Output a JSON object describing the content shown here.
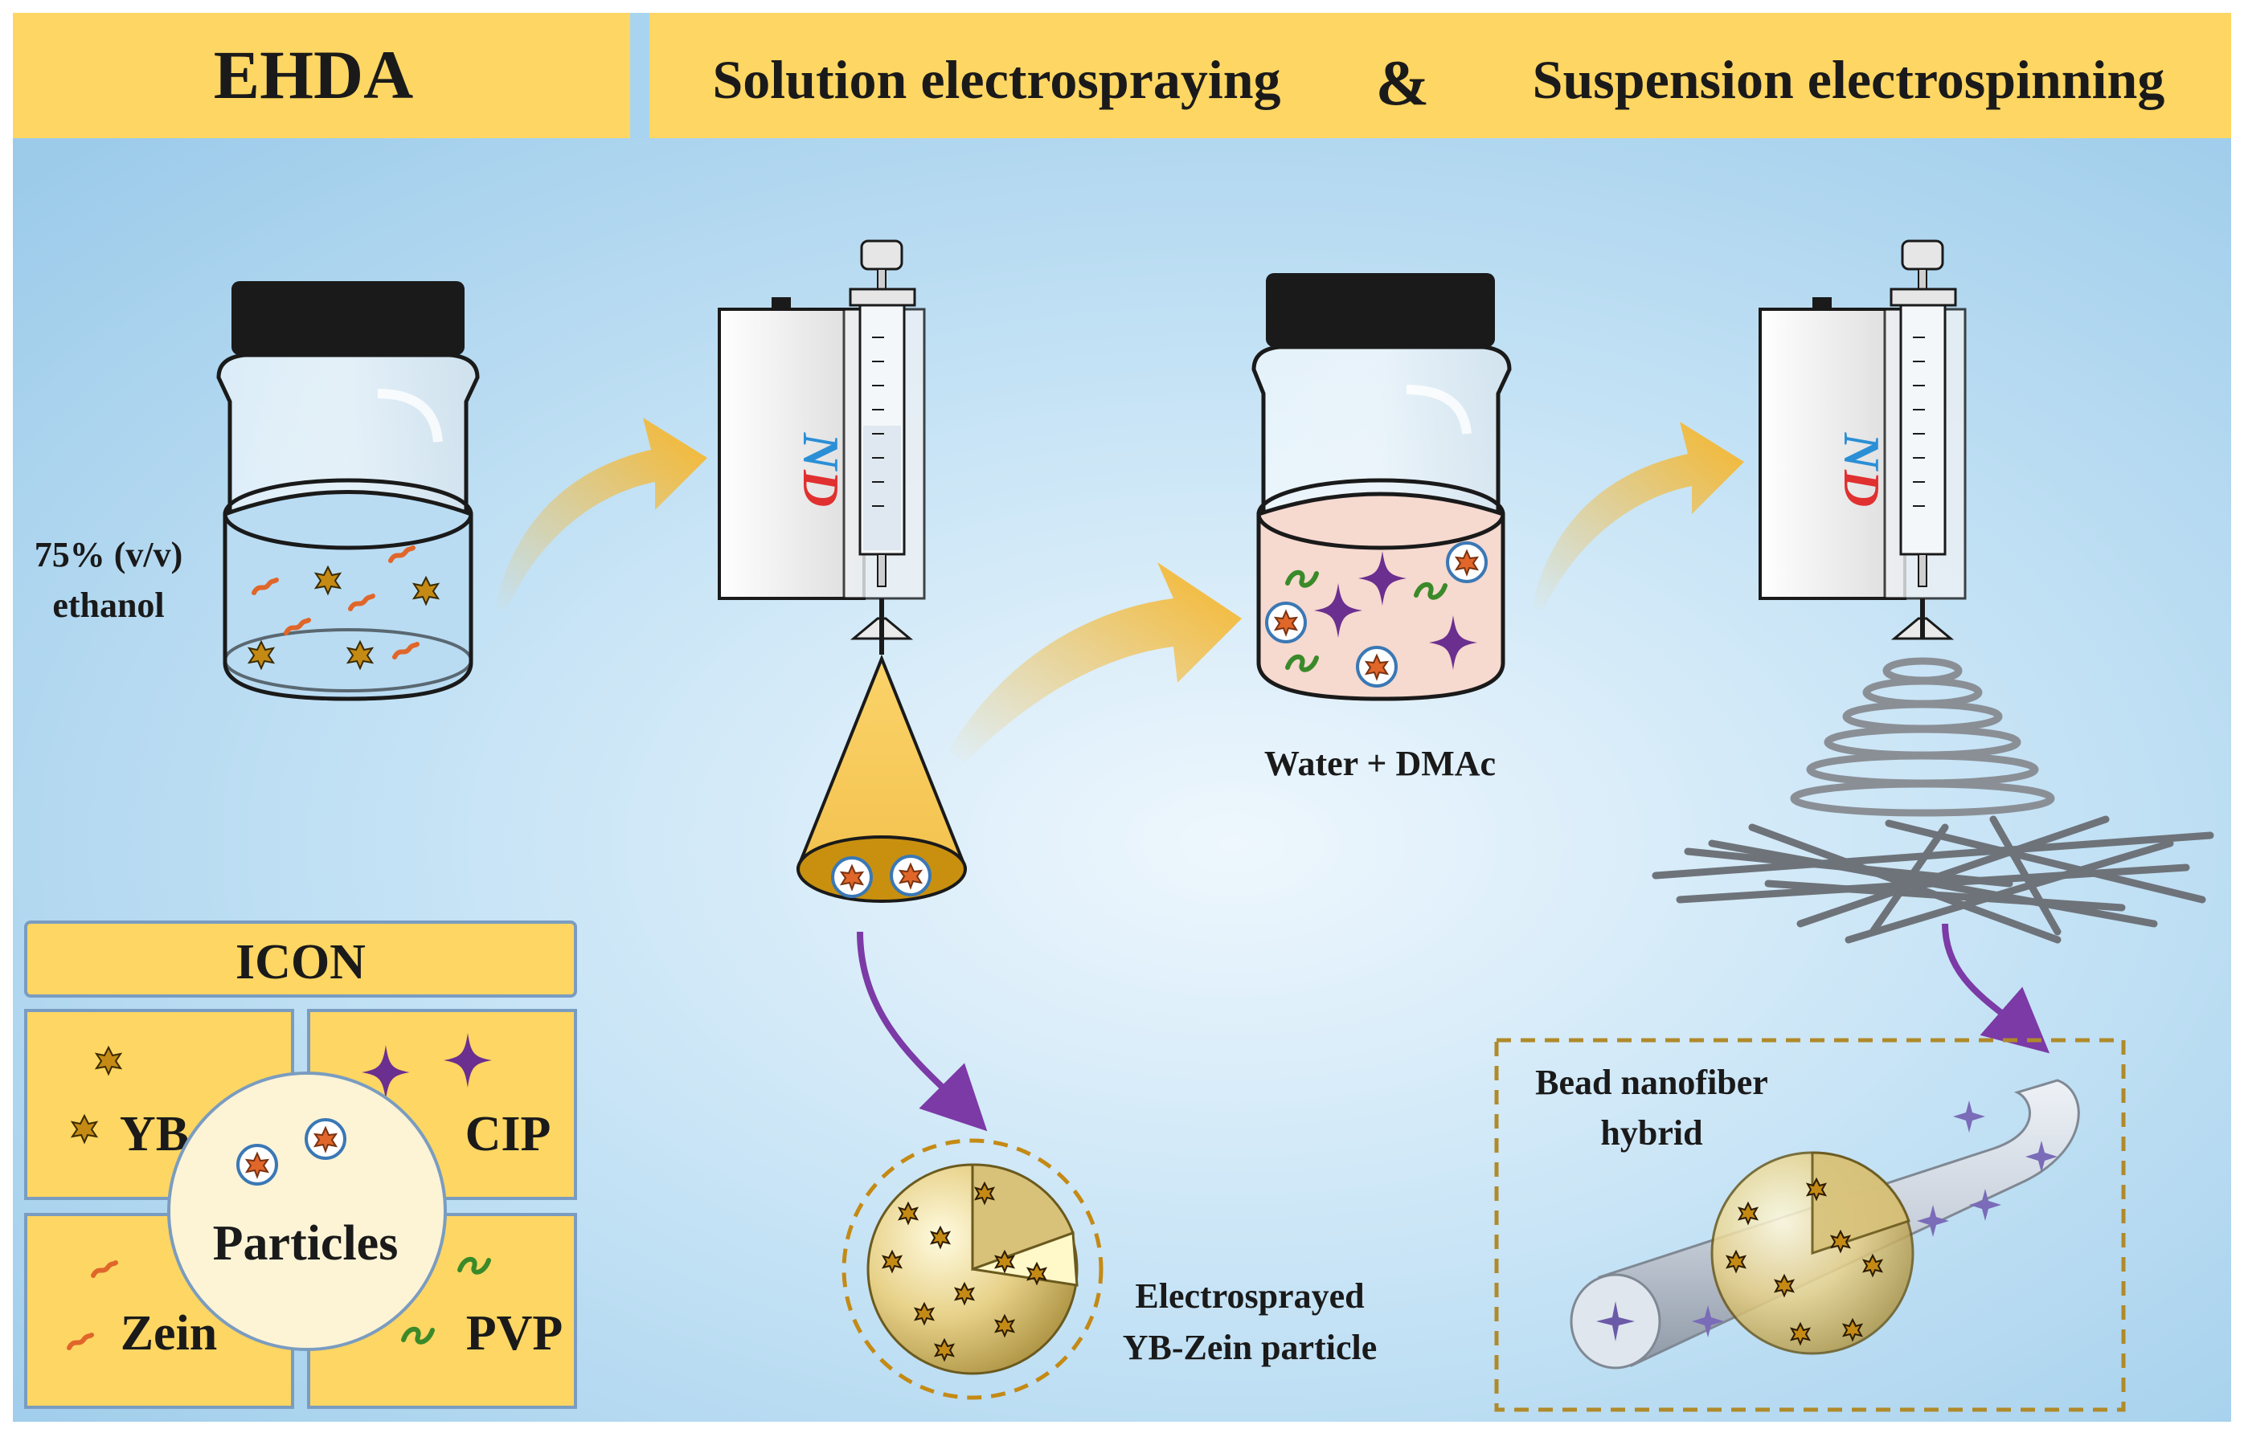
{
  "header": {
    "left_title": "EHDA",
    "right_title_a": "Solution electrospraying",
    "ampersand": "&",
    "right_title_b": "Suspension electrospinning"
  },
  "labels": {
    "solvent_1_line1": "75% (v/v)",
    "solvent_1_line2": "ethanol",
    "solvent_2": "Water + DMAc",
    "device_brand": "ND",
    "particle_line1": "Electrosprayed",
    "particle_line2": "YB-Zein particle",
    "fiber_line1": "Bead nanofiber",
    "fiber_line2": "hybrid"
  },
  "legend": {
    "title": "ICON",
    "yb": "YB",
    "cip": "CIP",
    "zein": "Zein",
    "pvp": "PVP",
    "particles": "Particles"
  },
  "colors": {
    "background": "#a9d4ef",
    "header_fill": "#fdd663",
    "yb_star": "#c48a14",
    "cip_star": "#6b2f8f",
    "zein": "#e0662a",
    "pvp": "#3a8a2a",
    "arrow": "#f7b62a",
    "curved_arrow": "#7b3aa6"
  }
}
